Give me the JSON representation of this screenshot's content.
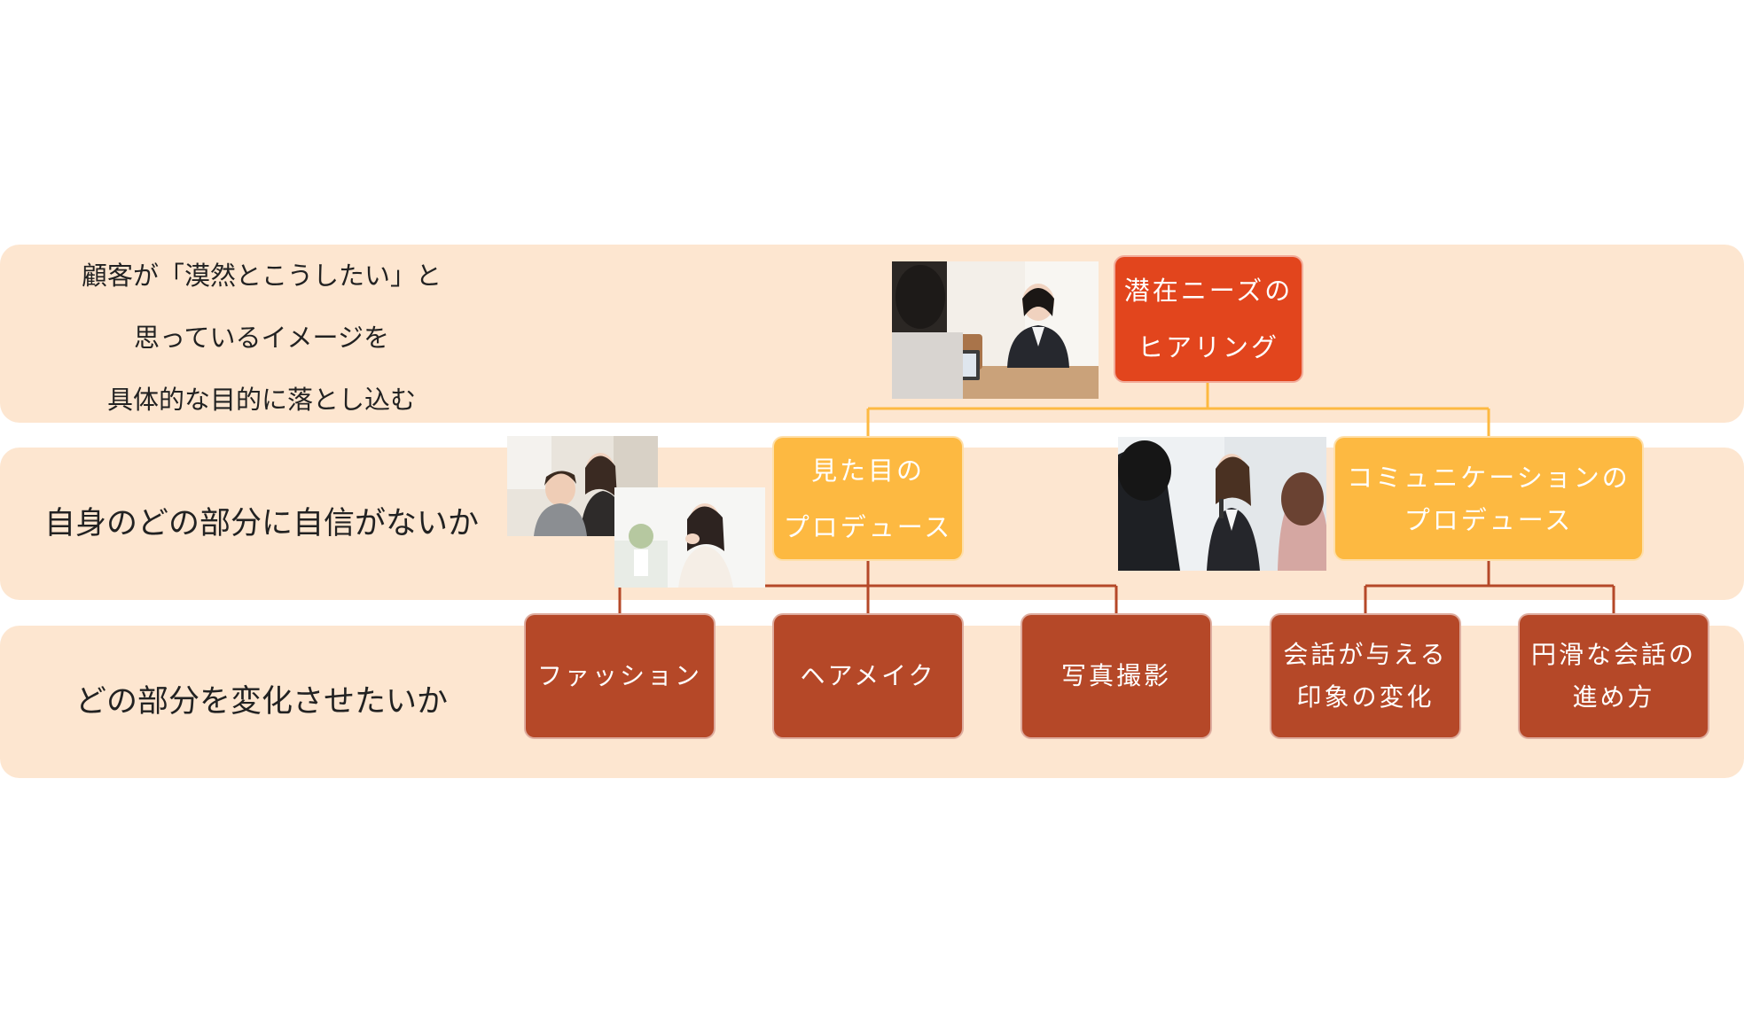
{
  "bands": [
    {
      "lines": [
        "顧客が「漠然とこうしたい」と",
        "思っているイメージを",
        "具体的な目的に落とし込む"
      ]
    },
    {
      "lines": [
        "自身のどの部分に自信がないか"
      ]
    },
    {
      "lines": [
        "どの部分を変化させたいか"
      ]
    }
  ],
  "root": {
    "lines": [
      "潜在ニーズの",
      "ヒアリング"
    ]
  },
  "level2": [
    {
      "lines": [
        "見た目の",
        "プロデュース"
      ]
    },
    {
      "lines": [
        "コミュニケーションの",
        "プロデュース"
      ]
    }
  ],
  "level3": [
    {
      "lines": [
        "ファッション"
      ]
    },
    {
      "lines": [
        "ヘアメイク"
      ]
    },
    {
      "lines": [
        "写真撮影"
      ]
    },
    {
      "lines": [
        "会話が与える",
        "印象の変化"
      ]
    },
    {
      "lines": [
        "円滑な会話の",
        "進め方"
      ]
    }
  ],
  "colors": {
    "band": "#fde6d0",
    "root": "#e2451d",
    "level2": "#fdb941",
    "level3": "#b54828",
    "connector_top": "#fdb941",
    "connector_bottom": "#b54828"
  },
  "icons": [
    "consultation-photo",
    "hair-salon-photo",
    "smiling-woman-photo",
    "presentation-photo"
  ]
}
